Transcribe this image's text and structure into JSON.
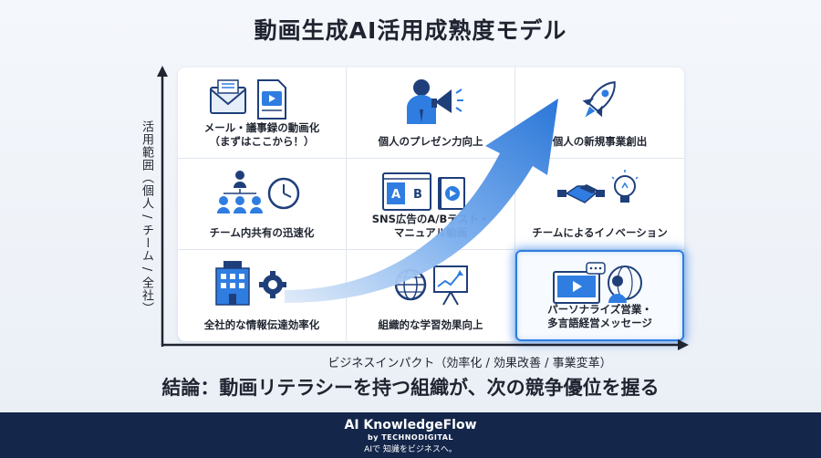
{
  "title": "動画生成AI活用成熟度モデル",
  "y_axis_label": "活用範囲（個人 / チーム / 全社）",
  "x_axis_label": "ビジネスインパクト（効率化 / 効果改善 / 事業変革）",
  "cells": [
    {
      "row": "top",
      "col": "left",
      "label": "メール・議事録の動画化\n（まずはここから！）",
      "icons": [
        "envelope-icon",
        "video-document-icon"
      ]
    },
    {
      "row": "top",
      "col": "middle",
      "label": "個人のプレゼン力向上",
      "icons": [
        "presenter-megaphone-icon"
      ]
    },
    {
      "row": "top",
      "col": "right",
      "label": "個人の新規事業創出",
      "icons": [
        "rocket-icon"
      ]
    },
    {
      "row": "middle",
      "col": "left",
      "label": "チーム内共有の迅速化",
      "icons": [
        "team-org-icon",
        "clock-icon"
      ]
    },
    {
      "row": "middle",
      "col": "middle",
      "label": "SNS広告のA/Bテスト・\nマニュアル動画",
      "icons": [
        "ab-test-icon",
        "manual-video-icon"
      ]
    },
    {
      "row": "middle",
      "col": "right",
      "label": "チームによるイノベーション",
      "icons": [
        "handshake-icon",
        "lightbulb-icon"
      ]
    },
    {
      "row": "bottom",
      "col": "left",
      "label": "全社的な情報伝達効率化",
      "icons": [
        "building-icon",
        "gear-icon"
      ]
    },
    {
      "row": "bottom",
      "col": "middle",
      "label": "組織的な学習効果向上",
      "icons": [
        "globe-icon",
        "chart-board-icon"
      ]
    },
    {
      "row": "bottom",
      "col": "right",
      "label": "パーソナライズ営業・\n多言語経営メッセージ",
      "icons": [
        "video-chat-icon",
        "business-globe-icon"
      ],
      "highlighted": true
    }
  ],
  "conclusion": "結論：動画リテラシーを持つ組織が、次の競争優位を握る",
  "footer": {
    "brand": "AI KnowledgeFlow",
    "byline": "by TECHNODIGITAL",
    "tagline": "AIで 知識をビジネスへ。"
  },
  "colors": {
    "accent": "#2f7de1",
    "icon_dark": "#1f3f7a",
    "footer_bg": "#14264a"
  }
}
